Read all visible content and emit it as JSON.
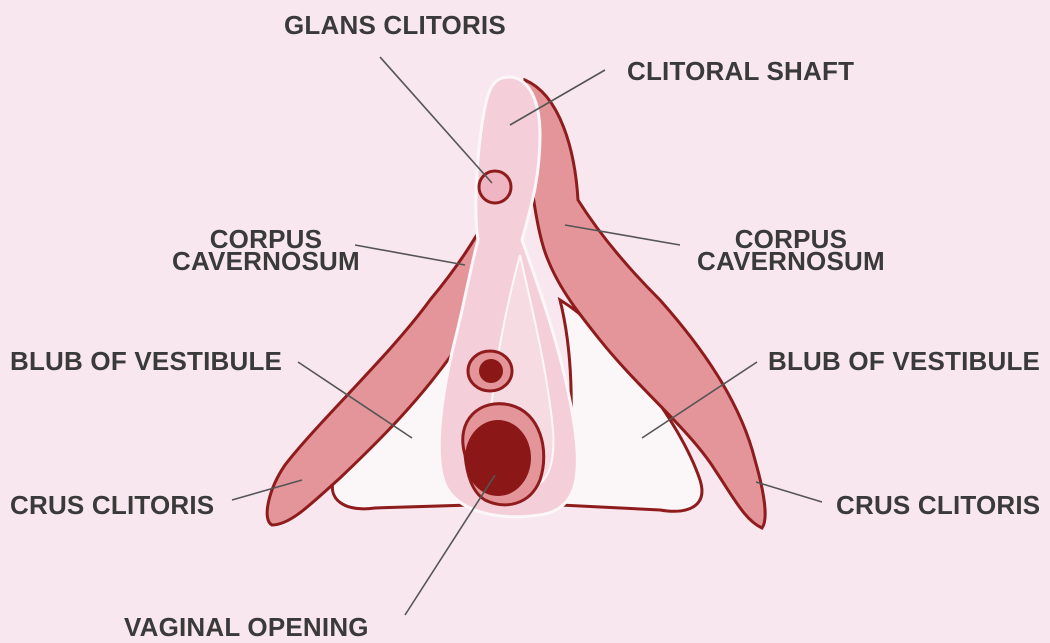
{
  "labels": {
    "glans_clitoris": "GLANS CLITORIS",
    "clitoral_shaft": "CLITORAL SHAFT",
    "corpus_cavernosum_left": {
      "line1": "CORPUS",
      "line2": "CAVERNOSUM"
    },
    "corpus_cavernosum_right": {
      "line1": "CORPUS",
      "line2": "CAVERNOSUM"
    },
    "bulb_left": "BLUB OF VESTIBULE",
    "bulb_right": "BLUB OF VESTIBULE",
    "crus_left": "CRUS CLITORIS",
    "crus_right": "CRUS CLITORIS",
    "vaginal_opening": "VAGINAL OPENING"
  },
  "colors": {
    "background": "#f8e7ee",
    "outline": "#8f1c1c",
    "tissue": "#e3959a",
    "light_pink": "#f4cfd9",
    "white_area": "#fbf7f9",
    "opening_dark": "#8c1717",
    "leader": "#555555"
  }
}
